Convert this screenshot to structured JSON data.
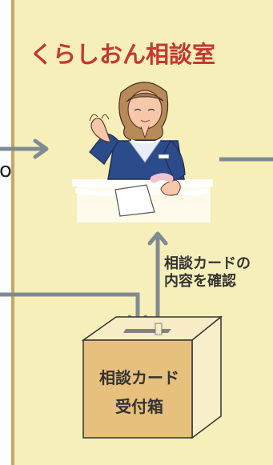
{
  "diagram": {
    "title": "くらしおん相談室",
    "left_fragment": "o",
    "caption_lines": [
      "相談カードの",
      "内容を確認"
    ],
    "box_label_lines": [
      "相談カード",
      "受付箱"
    ]
  },
  "colors": {
    "panel_background": "#f7efb9",
    "panel_border": "#c7a66a",
    "title_text": "#c33a2f",
    "arrow": "#7f8b93",
    "box_front": "#e7c07d",
    "box_side": "#f7efc9",
    "box_top": "#f7ecc6",
    "counselor_uniform": "#2c4b8b",
    "counselor_hair": "#b88a58"
  },
  "icons": {
    "counselor": "counselor-illustration",
    "box": "consultation-card-box-icon",
    "arrow": "arrow-icon"
  }
}
